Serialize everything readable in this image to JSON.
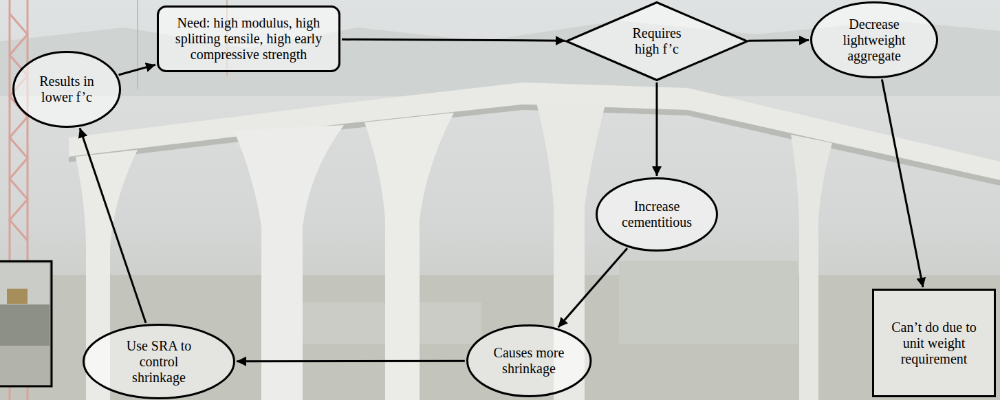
{
  "diagram": {
    "nodes": [
      {
        "text": [
          "Need: high modulus, high splitting tensile, high early compressive strength"
        ]
      },
      {
        "text": [
          "Requires high f’c"
        ]
      },
      {
        "text": [
          "Decrease lightweight aggregate"
        ]
      },
      {
        "text": [
          "Increase cementitious"
        ]
      },
      {
        "text": [
          "Can’t do due to unit weight requirement"
        ]
      },
      {
        "text": [
          "Causes more shrinkage"
        ]
      },
      {
        "text": [
          "Use SRA to control shrinkage"
        ]
      },
      {
        "text": [
          "Results in lower f’c"
        ]
      }
    ],
    "edges": [
      {
        "from": 0,
        "to": 1,
        "arrow": "to"
      },
      {
        "from": 1,
        "to": 2,
        "arrow": "to"
      },
      {
        "from": 1,
        "to": 3,
        "arrow": "to"
      },
      {
        "from": 2,
        "to": 4,
        "arrow": "to"
      },
      {
        "from": 3,
        "to": 5,
        "arrow": "to"
      },
      {
        "from": 5,
        "to": 6,
        "arrow": "to"
      },
      {
        "from": 6,
        "to": 7,
        "arrow": "to"
      },
      {
        "from": 7,
        "to": 0,
        "arrow": "to"
      }
    ]
  }
}
